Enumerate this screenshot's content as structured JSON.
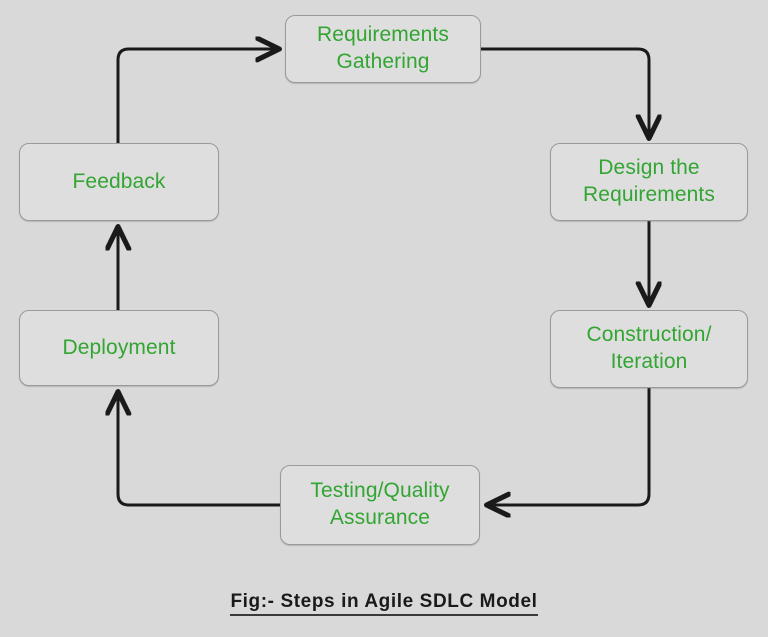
{
  "diagram": {
    "title": "Steps in Agile SDLC Model",
    "background_color": "#d9d9d9",
    "node_fill_color": "#dedede",
    "node_border_color": "#9a9a9a",
    "node_text_color": "#32a532",
    "arrow_color": "#1a1a1a",
    "nodes": [
      {
        "id": "requirements-gathering",
        "label": "Requirements\nGathering"
      },
      {
        "id": "design-requirements",
        "label": "Design the\nRequirements"
      },
      {
        "id": "construction-iteration",
        "label": "Construction/\nIteration"
      },
      {
        "id": "testing-quality",
        "label": "Testing/Quality\nAssurance"
      },
      {
        "id": "deployment",
        "label": "Deployment"
      },
      {
        "id": "feedback",
        "label": "Feedback"
      }
    ],
    "edges": [
      {
        "id": "edge-requirements-to-design",
        "from": "Requirements Gathering",
        "to": "Design the Requirements"
      },
      {
        "id": "edge-design-to-construction",
        "from": "Design the Requirements",
        "to": "Construction/Iteration"
      },
      {
        "id": "edge-construction-to-testing",
        "from": "Construction/Iteration",
        "to": "Testing/Quality Assurance"
      },
      {
        "id": "edge-testing-to-deployment",
        "from": "Testing/Quality Assurance",
        "to": "Deployment"
      },
      {
        "id": "edge-deployment-to-feedback",
        "from": "Deployment",
        "to": "Feedback"
      },
      {
        "id": "edge-feedback-to-requirements",
        "from": "Feedback",
        "to": "Requirements Gathering"
      }
    ]
  },
  "caption": {
    "text": "Fig:- Steps in Agile SDLC Model"
  }
}
